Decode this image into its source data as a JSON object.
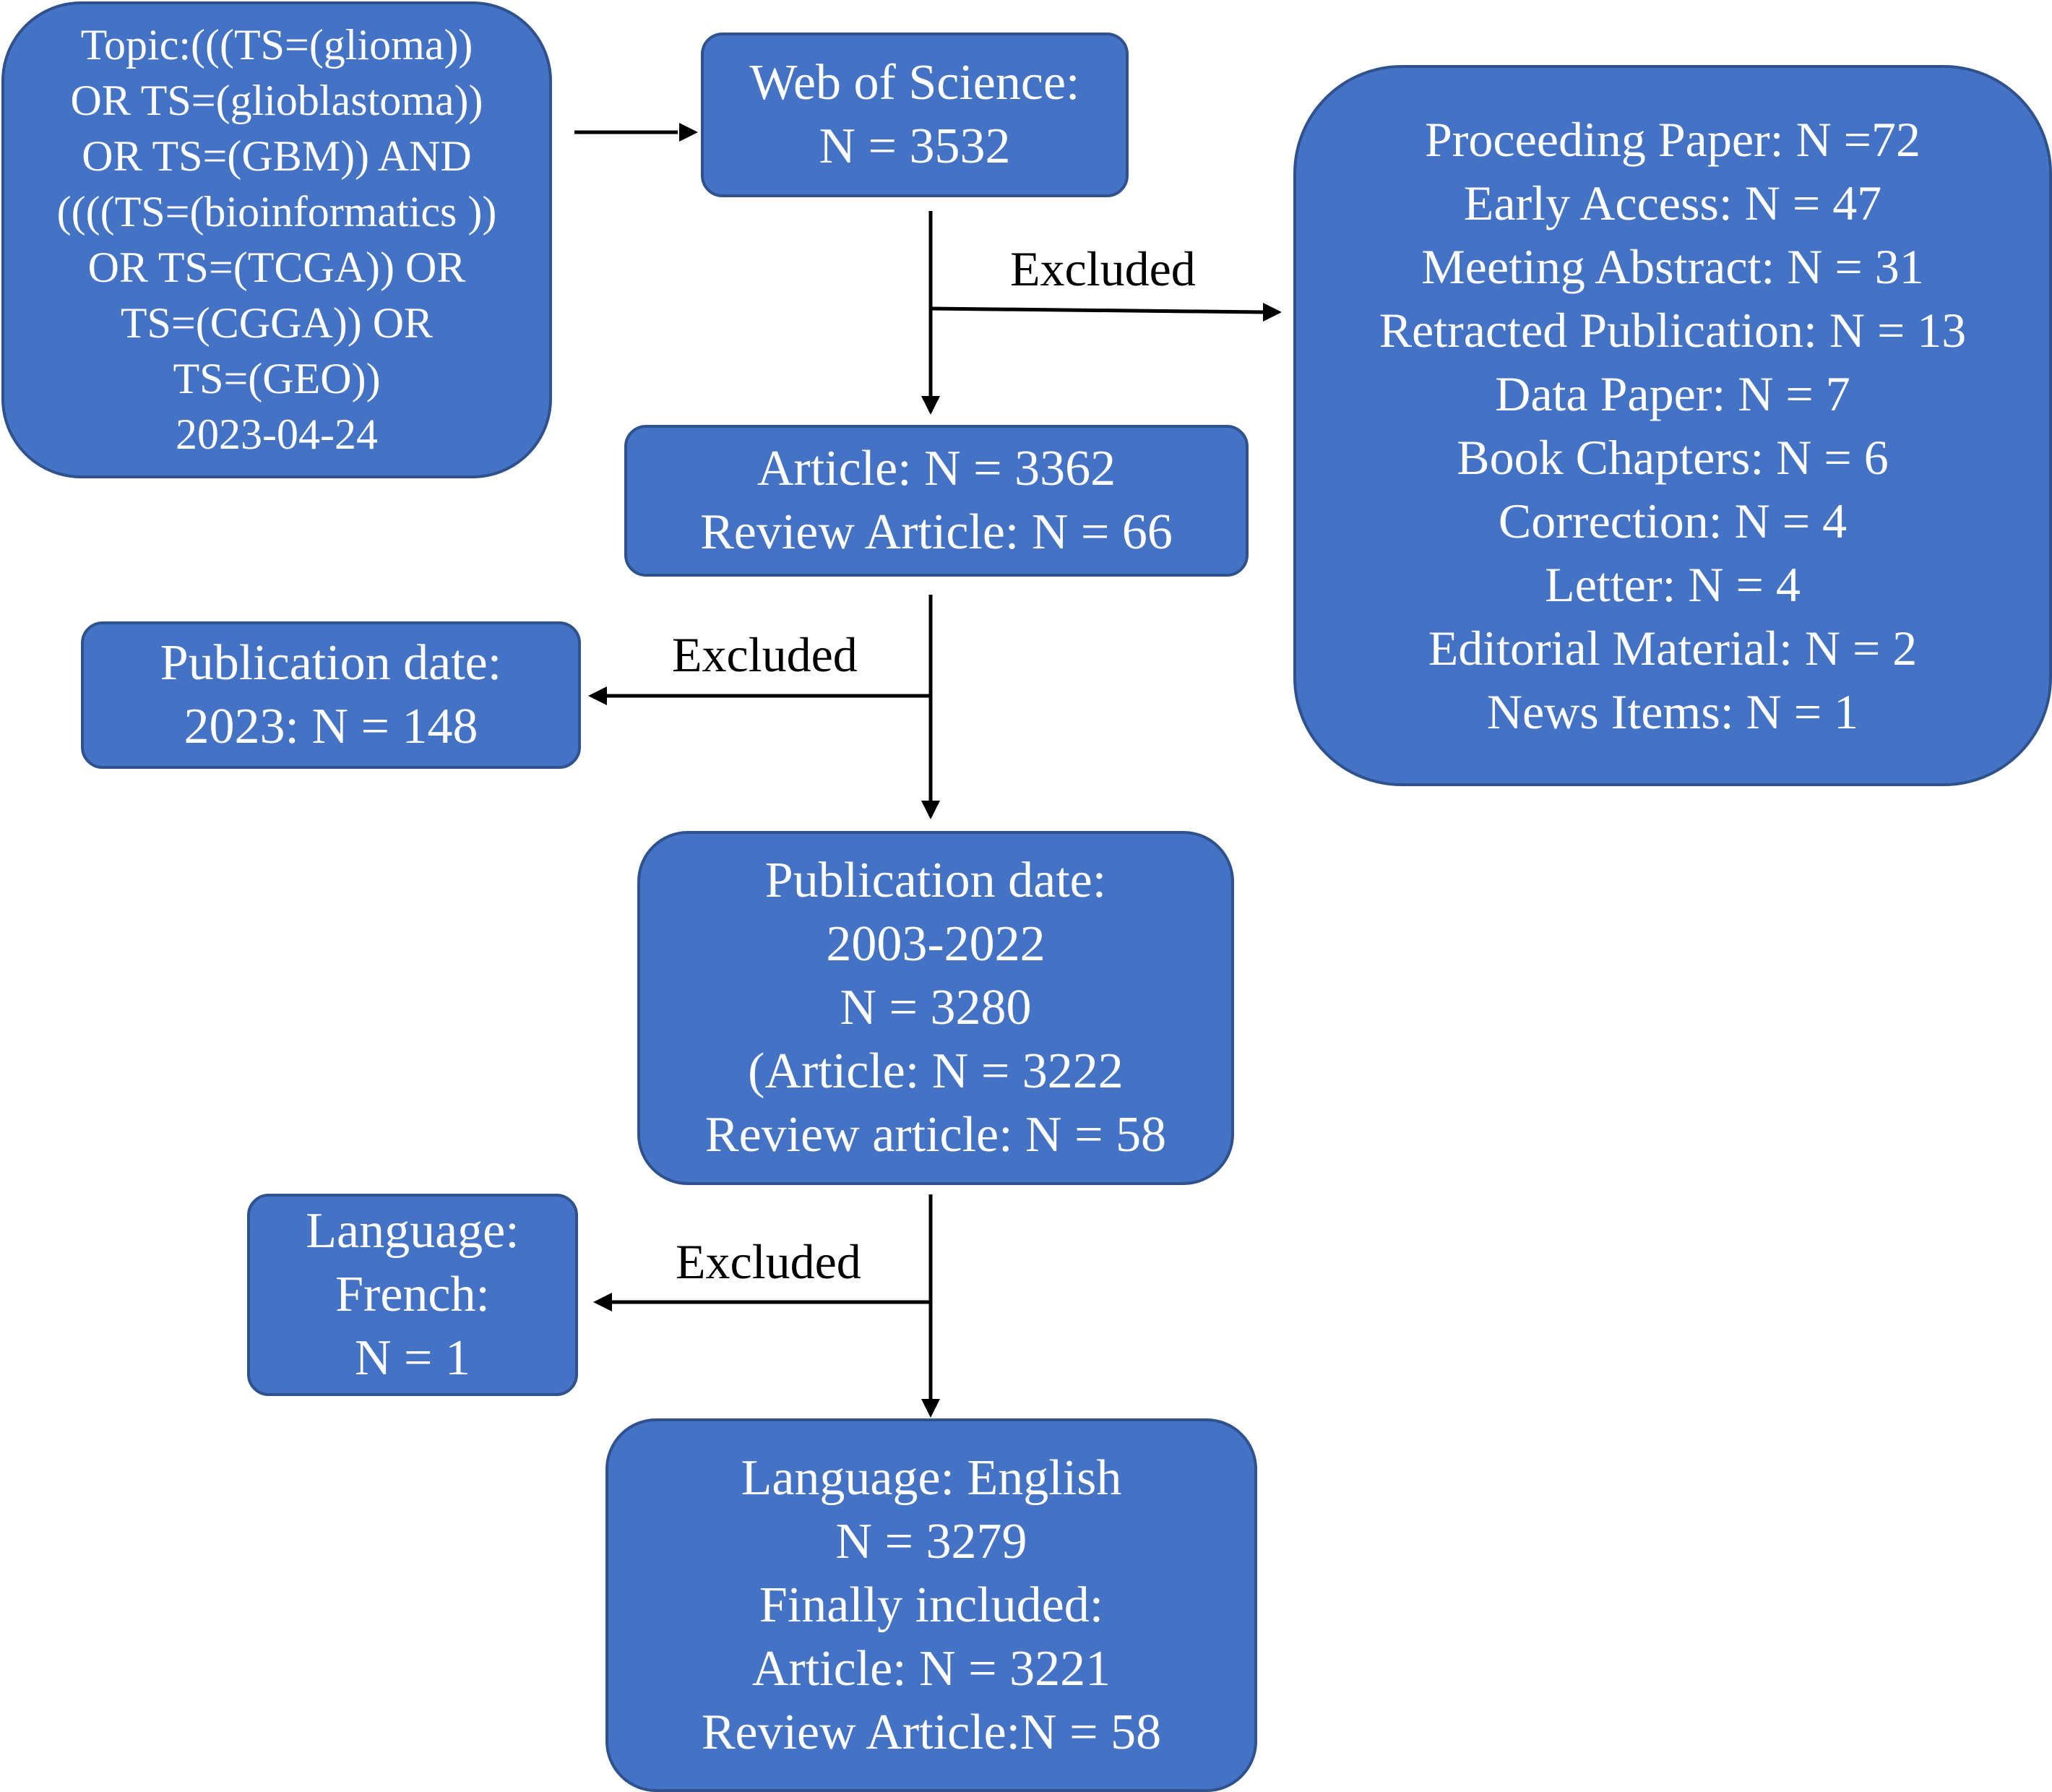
{
  "colors": {
    "box_fill": "#4472c4",
    "box_border": "#2f528f",
    "box_text": "#ffffff",
    "arrow": "#000000"
  },
  "query": {
    "lines": [
      "Topic:(((TS=(glioma))",
      "OR TS=(glioblastoma))",
      "OR TS=(GBM)) AND",
      "((((TS=(bioinformatics ))",
      "OR TS=(TCGA)) OR",
      "TS=(CGGA)) OR",
      "TS=(GEO))",
      "2023-04-24"
    ]
  },
  "wos": {
    "lines": [
      "Web of Science:",
      "N = 3532"
    ]
  },
  "types": {
    "lines": [
      "Article: N = 3362",
      "Review Article: N = 66"
    ]
  },
  "excluded_types": {
    "lines": [
      "Proceeding Paper: N =72",
      "Early Access: N = 47",
      "Meeting Abstract: N = 31",
      "Retracted Publication: N = 13",
      "Data Paper: N = 7",
      "Book Chapters: N = 6",
      "Correction: N = 4",
      "Letter: N = 4",
      "Editorial Material: N = 2",
      "News Items: N = 1"
    ]
  },
  "excluded_date": {
    "lines": [
      "Publication date:",
      "2023: N = 148"
    ]
  },
  "date_range": {
    "lines": [
      "Publication date:",
      "2003-2022",
      "N = 3280",
      "(Article: N = 3222",
      "Review article: N = 58"
    ]
  },
  "excluded_language": {
    "lines": [
      "Language:",
      "French:",
      "N = 1"
    ]
  },
  "final": {
    "lines": [
      "Language: English",
      "N = 3279",
      "Finally included:",
      "Article: N = 3221",
      "Review Article:N = 58"
    ]
  },
  "labels": {
    "excluded_1": "Excluded",
    "excluded_2": "Excluded",
    "excluded_3": "Excluded"
  }
}
